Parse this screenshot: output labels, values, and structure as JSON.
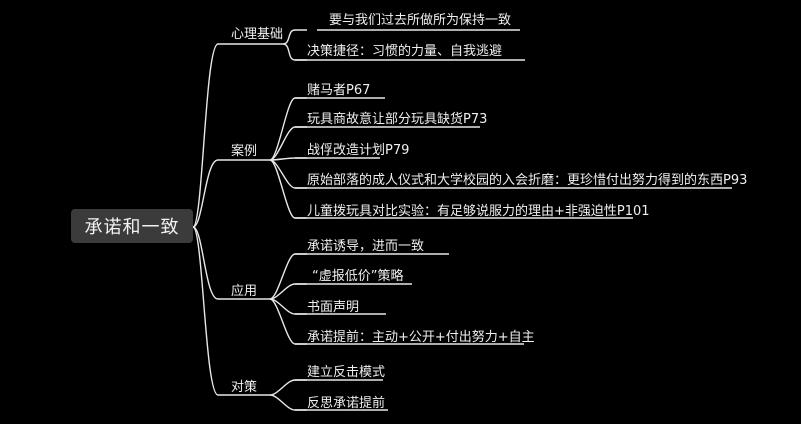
{
  "root": "承诺和一致",
  "branches": [
    {
      "label": "心理基础",
      "items": [
        "要与我们过去所做所为保持一致",
        "决策捷径：习惯的力量、自我逃避"
      ]
    },
    {
      "label": "案例",
      "items": [
        "赌马者P67",
        "玩具商故意让部分玩具缺货P73",
        "战俘改造计划P79",
        "原始部落的成人仪式和大学校园的入会折磨：更珍惜付出努力得到的东西P93",
        "儿童拨玩具对比实验：有足够说服力的理由+非强迫性P101"
      ]
    },
    {
      "label": "应用",
      "items": [
        "承诺诱导，进而一致",
        "“虚报低价”策略",
        "书面声明",
        "承诺提前：主动+公开+付出努力+自主"
      ]
    },
    {
      "label": "对策",
      "items": [
        "建立反击模式",
        "反思承诺提前"
      ]
    }
  ]
}
